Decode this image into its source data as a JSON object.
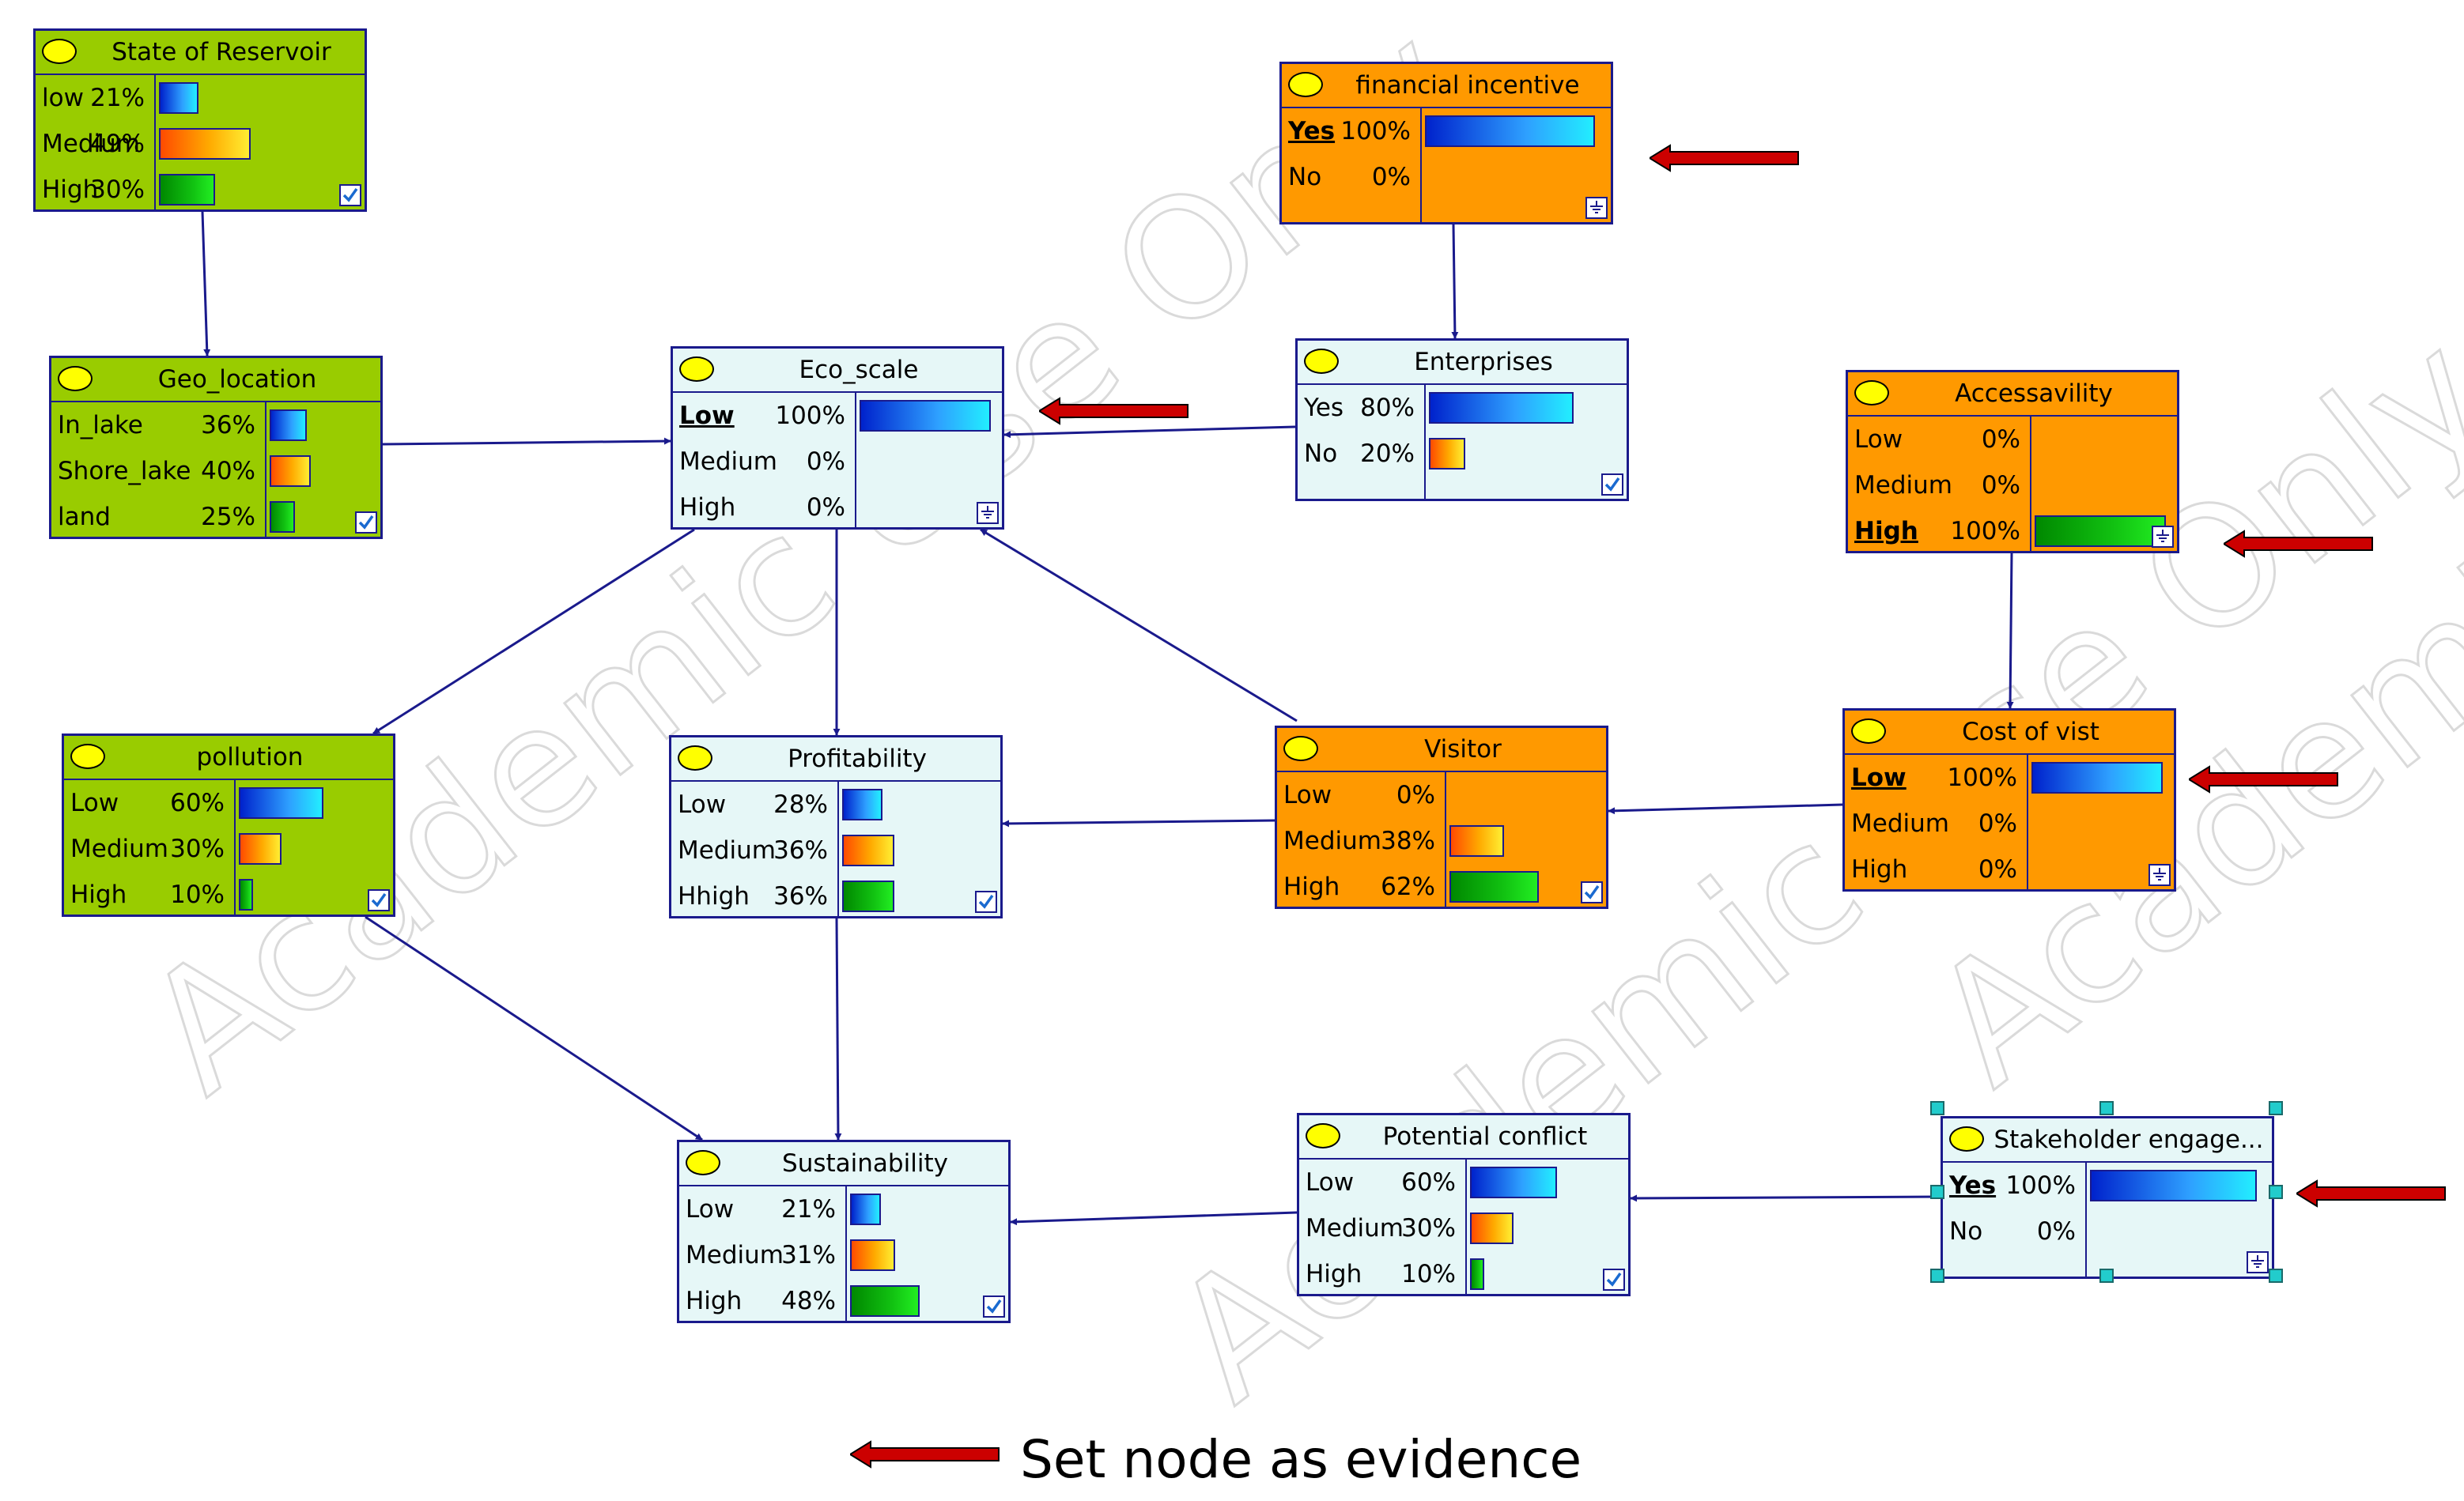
{
  "nodes": [
    {
      "id": "state-of-reservoir",
      "title": "State of Reservoir",
      "color": "green",
      "corner": "check",
      "states": [
        {
          "label": "low",
          "pct": "21%",
          "value": 21,
          "bar": "blue"
        },
        {
          "label": "Medium",
          "pct": "49%",
          "value": 49,
          "bar": "orange"
        },
        {
          "label": "High",
          "pct": "30%",
          "value": 30,
          "bar": "green"
        }
      ]
    },
    {
      "id": "geo-location",
      "title": "Geo_location",
      "color": "green",
      "corner": "check",
      "states": [
        {
          "label": "In_lake",
          "pct": "36%",
          "value": 36,
          "bar": "blue"
        },
        {
          "label": "Shore_lake",
          "pct": "40%",
          "value": 40,
          "bar": "orange"
        },
        {
          "label": "land",
          "pct": "25%",
          "value": 25,
          "bar": "green"
        }
      ]
    },
    {
      "id": "eco-scale",
      "title": "Eco_scale",
      "color": "light",
      "corner": "evidence",
      "states": [
        {
          "label": "Low",
          "pct": "100%",
          "value": 100,
          "bar": "blue",
          "evidence": true
        },
        {
          "label": "Medium",
          "pct": "0%",
          "value": 0,
          "bar": "orange"
        },
        {
          "label": "High",
          "pct": "0%",
          "value": 0,
          "bar": "green"
        }
      ]
    },
    {
      "id": "financial-incentive",
      "title": "financial incentive",
      "color": "orange",
      "corner": "evidence",
      "states": [
        {
          "label": "Yes",
          "pct": "100%",
          "value": 100,
          "bar": "blue",
          "evidence": true
        },
        {
          "label": "No",
          "pct": "0%",
          "value": 0,
          "bar": "orange"
        }
      ]
    },
    {
      "id": "enterprises",
      "title": "Enterprises",
      "color": "light",
      "corner": "check",
      "states": [
        {
          "label": "Yes",
          "pct": "80%",
          "value": 80,
          "bar": "blue"
        },
        {
          "label": "No",
          "pct": "20%",
          "value": 20,
          "bar": "orange"
        }
      ]
    },
    {
      "id": "accessavility",
      "title": "Accessavility",
      "color": "orange",
      "corner": "evidence",
      "states": [
        {
          "label": "Low",
          "pct": "0%",
          "value": 0,
          "bar": "blue"
        },
        {
          "label": "Medium",
          "pct": "0%",
          "value": 0,
          "bar": "orange"
        },
        {
          "label": "High",
          "pct": "100%",
          "value": 100,
          "bar": "green",
          "evidence": true
        }
      ]
    },
    {
      "id": "pollution",
      "title": "pollution",
      "color": "green",
      "corner": "check",
      "states": [
        {
          "label": "Low",
          "pct": "60%",
          "value": 60,
          "bar": "blue"
        },
        {
          "label": "Medium",
          "pct": "30%",
          "value": 30,
          "bar": "orange"
        },
        {
          "label": "High",
          "pct": "10%",
          "value": 10,
          "bar": "green"
        }
      ]
    },
    {
      "id": "profitability",
      "title": "Profitability",
      "color": "light",
      "corner": "check",
      "states": [
        {
          "label": "Low",
          "pct": "28%",
          "value": 28,
          "bar": "blue"
        },
        {
          "label": "Medium",
          "pct": "36%",
          "value": 36,
          "bar": "orange"
        },
        {
          "label": "Hhigh",
          "pct": "36%",
          "value": 36,
          "bar": "green"
        }
      ]
    },
    {
      "id": "visitor",
      "title": "Visitor",
      "color": "orange",
      "corner": "check",
      "states": [
        {
          "label": "Low",
          "pct": "0%",
          "value": 0,
          "bar": "blue"
        },
        {
          "label": "Medium",
          "pct": "38%",
          "value": 38,
          "bar": "orange"
        },
        {
          "label": "High",
          "pct": "62%",
          "value": 62,
          "bar": "green"
        }
      ]
    },
    {
      "id": "cost-of-vist",
      "title": "Cost of vist",
      "color": "orange",
      "corner": "evidence",
      "states": [
        {
          "label": "Low",
          "pct": "100%",
          "value": 100,
          "bar": "blue",
          "evidence": true
        },
        {
          "label": "Medium",
          "pct": "0%",
          "value": 0,
          "bar": "orange"
        },
        {
          "label": "High",
          "pct": "0%",
          "value": 0,
          "bar": "green"
        }
      ]
    },
    {
      "id": "sustainability",
      "title": "Sustainability",
      "color": "light",
      "corner": "check",
      "states": [
        {
          "label": "Low",
          "pct": "21%",
          "value": 21,
          "bar": "blue"
        },
        {
          "label": "Medium",
          "pct": "31%",
          "value": 31,
          "bar": "orange"
        },
        {
          "label": "High",
          "pct": "48%",
          "value": 48,
          "bar": "green"
        }
      ]
    },
    {
      "id": "potential-conflict",
      "title": "Potential conflict",
      "color": "light",
      "corner": "check",
      "states": [
        {
          "label": "Low",
          "pct": "60%",
          "value": 60,
          "bar": "blue"
        },
        {
          "label": "Medium",
          "pct": "30%",
          "value": 30,
          "bar": "orange"
        },
        {
          "label": "High",
          "pct": "10%",
          "value": 10,
          "bar": "green"
        }
      ]
    },
    {
      "id": "stakeholder-engagement",
      "title": "Stakeholder engage...",
      "color": "light",
      "corner": "evidence",
      "selected": true,
      "states": [
        {
          "label": "Yes",
          "pct": "100%",
          "value": 100,
          "bar": "blue",
          "evidence": true
        },
        {
          "label": "No",
          "pct": "0%",
          "value": 0,
          "bar": "orange"
        }
      ]
    }
  ],
  "edges": [
    [
      "state-of-reservoir",
      "geo-location"
    ],
    [
      "geo-location",
      "eco-scale"
    ],
    [
      "financial-incentive",
      "enterprises"
    ],
    [
      "enterprises",
      "eco-scale"
    ],
    [
      "accessavility",
      "cost-of-vist"
    ],
    [
      "eco-scale",
      "pollution"
    ],
    [
      "eco-scale",
      "profitability"
    ],
    [
      "visitor",
      "eco-scale"
    ],
    [
      "visitor",
      "profitability"
    ],
    [
      "cost-of-vist",
      "visitor"
    ],
    [
      "pollution",
      "sustainability"
    ],
    [
      "profitability",
      "sustainability"
    ],
    [
      "potential-conflict",
      "sustainability"
    ],
    [
      "stakeholder-engagement",
      "potential-conflict"
    ]
  ],
  "evidence_markers": [
    "financial-incentive",
    "eco-scale",
    "accessavility",
    "cost-of-vist",
    "stakeholder-engagement"
  ],
  "legend": {
    "text": "Set node as evidence"
  },
  "watermark": {
    "text": "Academic Use Only"
  },
  "colors": {
    "green": "#99cc00",
    "orange": "#ff9900",
    "light": "#e6f7f7",
    "edge": "#1a1a8c",
    "marker": "#cc0000"
  }
}
